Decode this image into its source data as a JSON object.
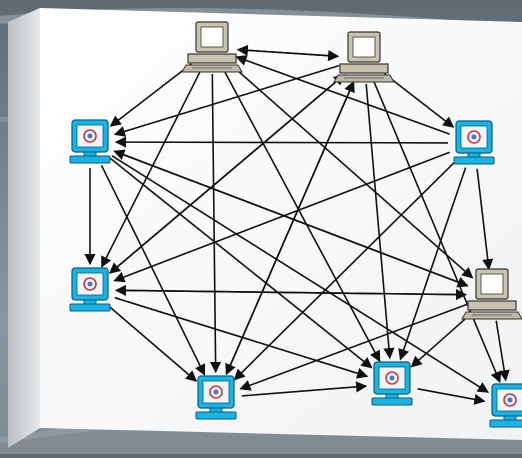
{
  "diagram": {
    "nodes": [
      {
        "id": "desktop-top-left",
        "kind": "desktop",
        "color": "#c8c3ad"
      },
      {
        "id": "desktop-top-right",
        "kind": "desktop",
        "color": "#c8c3ad"
      },
      {
        "id": "monitor-left-1",
        "kind": "monitor",
        "color": "#19b4e6"
      },
      {
        "id": "monitor-right-1",
        "kind": "monitor",
        "color": "#19b4e6"
      },
      {
        "id": "monitor-left-2",
        "kind": "monitor",
        "color": "#19b4e6"
      },
      {
        "id": "desktop-right-2",
        "kind": "desktop",
        "color": "#c8c3ad"
      },
      {
        "id": "monitor-bottom-1",
        "kind": "monitor",
        "color": "#19b4e6"
      },
      {
        "id": "monitor-bottom-2",
        "kind": "monitor",
        "color": "#19b4e6"
      },
      {
        "id": "monitor-bottom-3",
        "kind": "monitor",
        "color": "#19b4e6"
      }
    ],
    "edges": [
      [
        "desktop-top-left",
        "desktop-top-right"
      ],
      [
        "desktop-top-right",
        "desktop-top-left"
      ],
      [
        "desktop-top-left",
        "monitor-left-1"
      ],
      [
        "desktop-top-left",
        "monitor-left-2"
      ],
      [
        "desktop-top-left",
        "monitor-bottom-1"
      ],
      [
        "desktop-top-left",
        "monitor-bottom-2"
      ],
      [
        "desktop-top-left",
        "desktop-right-2"
      ],
      [
        "monitor-right-1",
        "desktop-top-left"
      ],
      [
        "desktop-top-right",
        "monitor-left-1"
      ],
      [
        "desktop-top-right",
        "monitor-left-2"
      ],
      [
        "desktop-top-right",
        "monitor-bottom-1"
      ],
      [
        "desktop-top-right",
        "monitor-bottom-2"
      ],
      [
        "desktop-top-right",
        "monitor-bottom-3"
      ],
      [
        "desktop-top-right",
        "monitor-right-1"
      ],
      [
        "monitor-right-1",
        "monitor-left-1"
      ],
      [
        "monitor-right-1",
        "monitor-left-2"
      ],
      [
        "monitor-right-1",
        "monitor-bottom-1"
      ],
      [
        "monitor-right-1",
        "monitor-bottom-2"
      ],
      [
        "monitor-right-1",
        "desktop-right-2"
      ],
      [
        "monitor-left-1",
        "monitor-left-2"
      ],
      [
        "monitor-left-1",
        "desktop-right-2"
      ],
      [
        "monitor-left-1",
        "monitor-bottom-1"
      ],
      [
        "monitor-left-1",
        "monitor-bottom-2"
      ],
      [
        "monitor-left-1",
        "monitor-bottom-3"
      ],
      [
        "desktop-right-2",
        "monitor-left-1"
      ],
      [
        "monitor-left-2",
        "desktop-right-2"
      ],
      [
        "desktop-right-2",
        "monitor-left-2"
      ],
      [
        "monitor-left-2",
        "monitor-bottom-1"
      ],
      [
        "monitor-left-2",
        "monitor-bottom-2"
      ],
      [
        "desktop-right-2",
        "monitor-bottom-1"
      ],
      [
        "desktop-right-2",
        "monitor-bottom-2"
      ],
      [
        "desktop-right-2",
        "monitor-bottom-3"
      ],
      [
        "monitor-bottom-1",
        "monitor-bottom-2"
      ],
      [
        "monitor-bottom-2",
        "monitor-bottom-3"
      ],
      [
        "monitor-left-2",
        "desktop-top-right"
      ],
      [
        "monitor-bottom-1",
        "desktop-top-right"
      ]
    ]
  }
}
